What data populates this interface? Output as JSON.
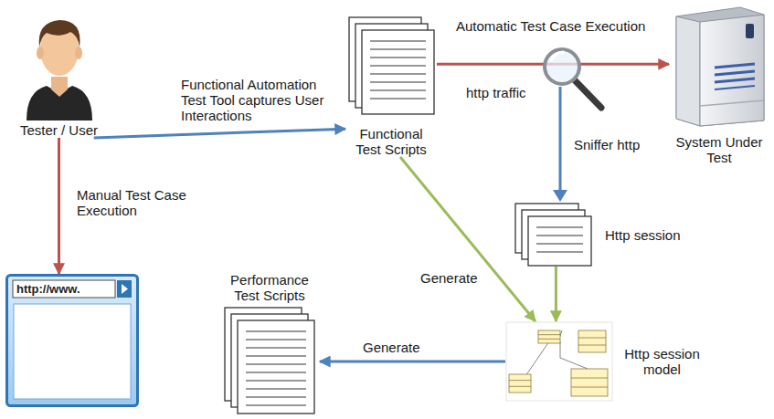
{
  "diagram": {
    "nodes": [
      {
        "text": [
          "Tester / User"
        ]
      },
      {
        "text": [
          "Functional Test Scripts"
        ]
      },
      {
        "text": [
          "System Under Test"
        ]
      },
      {
        "text": [
          "Http session"
        ]
      },
      {
        "text": [
          "Performance Test Scripts"
        ]
      },
      {
        "text": [
          "Http session model"
        ]
      },
      {
        "text": [
          "http://www."
        ]
      }
    ],
    "edges": [
      {
        "from": 0,
        "to": 6,
        "label": "Manual Test Case Execution",
        "arrow": "to"
      },
      {
        "from": 0,
        "to": 1,
        "label": "Functional Automation Test Tool captures User Interactions",
        "arrow": "to"
      },
      {
        "from": 1,
        "to": 2,
        "label": "Automatic Test Case Execution",
        "arrow": "to"
      },
      {
        "from": 1,
        "to": 5,
        "label": "Generate",
        "arrow": "to"
      },
      {
        "from": 3,
        "to": 5,
        "arrow": "to"
      },
      {
        "from": 5,
        "to": 4,
        "label": "Generate",
        "arrow": "to"
      }
    ],
    "labels": [
      "http traffic",
      "Sniffer http"
    ]
  }
}
